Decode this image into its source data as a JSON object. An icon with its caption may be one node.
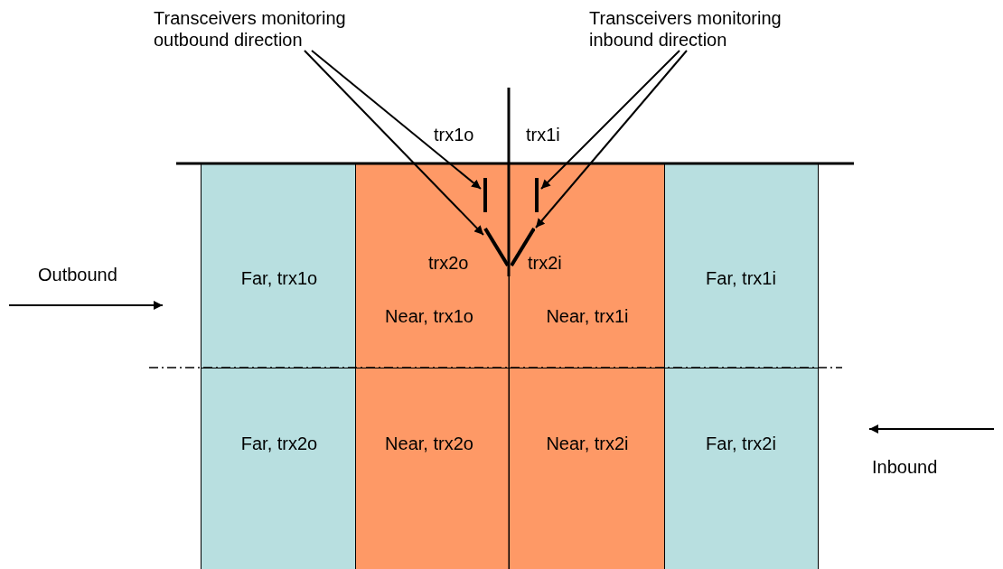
{
  "diagram": {
    "nodes": [
      {
        "text": [
          "Transceivers monitoring outbound direction"
        ]
      },
      {
        "text": [
          "Transceivers monitoring inbound direction"
        ]
      },
      {
        "text": [
          "Far, trx1o"
        ]
      },
      {
        "text": [
          "Near, trx1o"
        ]
      },
      {
        "text": [
          "Near, trx1i"
        ]
      },
      {
        "text": [
          "Far, trx1i"
        ]
      },
      {
        "text": [
          "Far, trx2o"
        ]
      },
      {
        "text": [
          "Near, trx2o"
        ]
      },
      {
        "text": [
          "Near, trx2i"
        ]
      },
      {
        "text": [
          "Far, trx2i"
        ]
      },
      {
        "text": [],
        "shape": "bar",
        "in": 3
      },
      {
        "text": [],
        "shape": "bar",
        "in": 4
      },
      {
        "text": [],
        "shape": "bar",
        "in": 3
      },
      {
        "text": [],
        "shape": "bar",
        "in": 4
      }
    ],
    "edges": [
      {
        "from": 0,
        "to": 10,
        "arrow": "to"
      },
      {
        "from": 0,
        "to": 12,
        "arrow": "to"
      },
      {
        "from": 1,
        "to": 11,
        "arrow": "to"
      },
      {
        "from": 1,
        "to": 13,
        "arrow": "to"
      }
    ],
    "labels": [
      "trx1o",
      "trx1i",
      "trx2o",
      "trx2i",
      "Outbound",
      "Inbound"
    ]
  }
}
